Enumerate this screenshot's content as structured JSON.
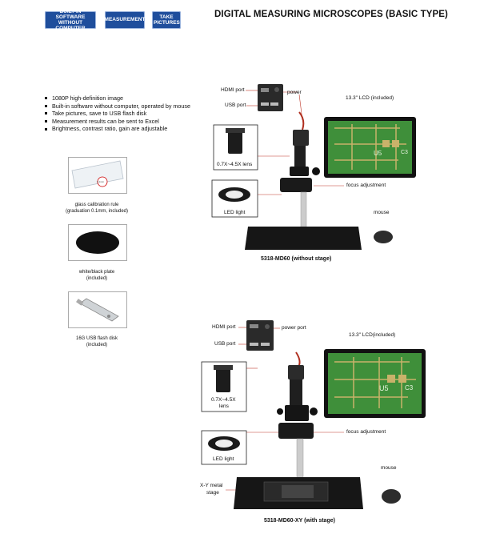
{
  "badges": {
    "builtin": "BUILT-IN SOFTWARE WITHOUT COMPUTER",
    "measurement": "MEASUREMENT",
    "take_pictures": "TAKE PICTURES"
  },
  "title": "DIGITAL MEASURING MICROSCOPES (BASIC TYPE)",
  "features": [
    "1080P high-definition image",
    "Built-in software without computer, operated by mouse",
    "Take pictures, save to USB flash disk",
    "Measurement results can be sent to Excel",
    "Brightness, contrast ratio, gain are adjustable"
  ],
  "accessories": {
    "glass": {
      "line1": "glass calibration rule",
      "line2": "(graduation 0.1mm, included)",
      "scale_text": "0.1mm"
    },
    "plate": {
      "line1": "white/black plate",
      "line2": "(included)"
    },
    "usb": {
      "line1": "16G USB flash disk",
      "line2": "(included)"
    }
  },
  "top_product": {
    "hdmi": "HDMI port",
    "power": "power",
    "usb": "USB port",
    "lcd": "13.3\" LCD (included)",
    "lens": "0.7X~4.5X lens",
    "led": "LED light",
    "focus": "focus adjustment",
    "mouse": "mouse",
    "caption": "5318-MD60 (without stage)",
    "pcb_marks": [
      "U5",
      "C3"
    ]
  },
  "bottom_product": {
    "hdmi": "HDMI port",
    "power": "power port",
    "usb": "USB port",
    "lcd": "13.3\" LCD(included)",
    "lens_line1": "0.7X~4.5X",
    "lens_line2": "lens",
    "led": "LED light",
    "focus": "focus adjustment",
    "mouse": "mouse",
    "stage_line1": "X-Y metal",
    "stage_line2": "stage",
    "caption": "5318-MD60-XY (with stage)",
    "pcb_marks": [
      "U5",
      "C3"
    ]
  },
  "colors": {
    "badge_blue": "#1f4e9c",
    "pcb_green": "#3f8f3a",
    "copper": "#c9b26a",
    "stand_black": "#1a1a1a"
  }
}
